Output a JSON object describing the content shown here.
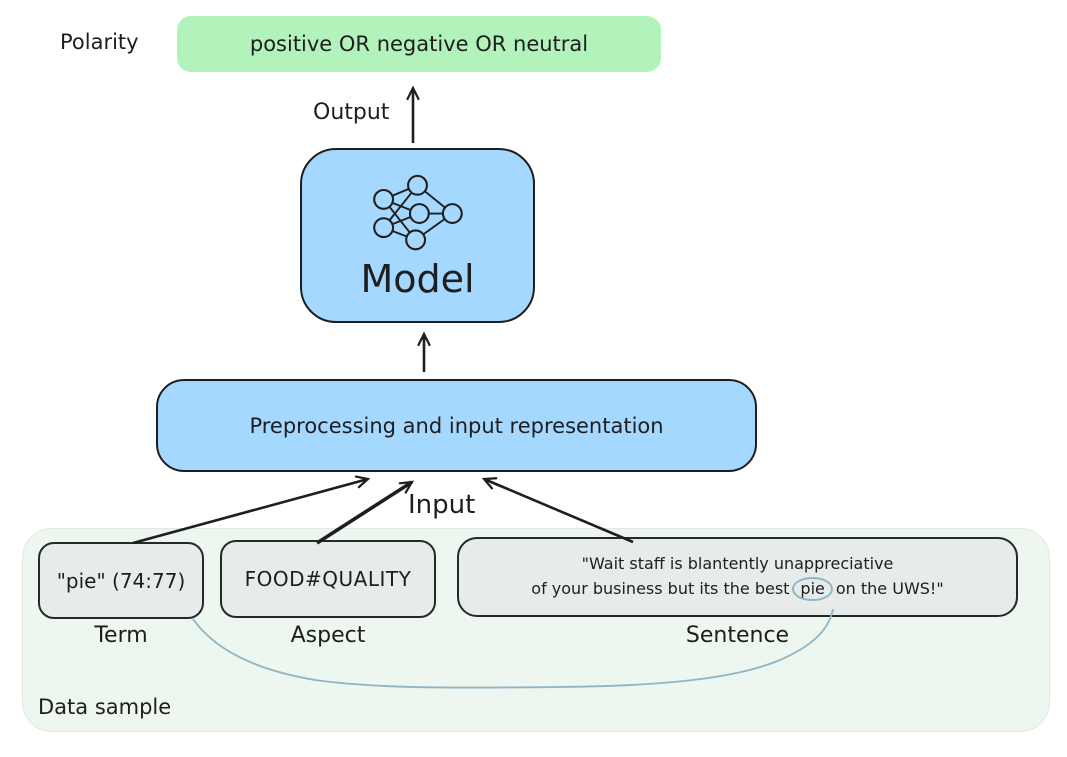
{
  "colors": {
    "box_blue": "#a5d8ff",
    "box_green": "#b2f2bb",
    "box_gray": "#e7ebe9",
    "container_green": "#edf6ef",
    "stroke_dark": "#1e1e1e",
    "annotation_blue": "#8fb5c6"
  },
  "polarity": {
    "label": "Polarity",
    "value": "positive OR negative OR neutral"
  },
  "output_label": "Output",
  "model": {
    "label": "Model",
    "icon": "neural-network-icon"
  },
  "preprocessing": {
    "label": "Preprocessing and input representation"
  },
  "input_label": "Input",
  "data_sample": {
    "label": "Data sample",
    "term": {
      "value": "\"pie\" (74:77)",
      "label": "Term"
    },
    "aspect": {
      "value": "FOOD#QUALITY",
      "label": "Aspect"
    },
    "sentence": {
      "label": "Sentence",
      "line1": "\"Wait staff is blantently unappreciative",
      "line2_pre": "of your business but its the best",
      "line2_term": "pie",
      "line2_post": "on the UWS!\""
    }
  }
}
